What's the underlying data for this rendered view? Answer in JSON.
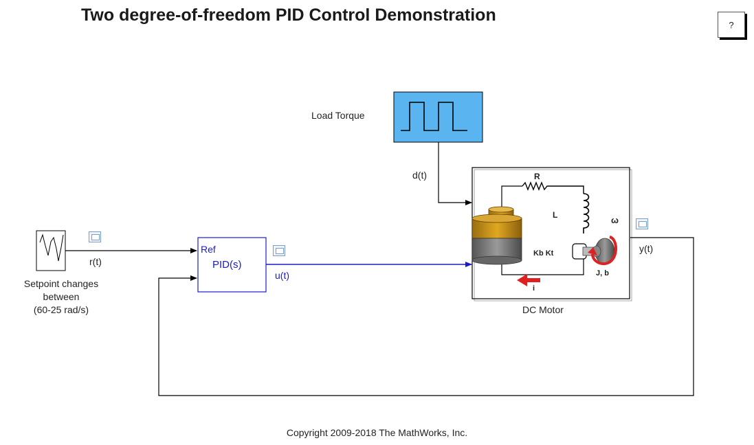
{
  "title": "Two degree-of-freedom PID Control Demonstration",
  "help_button": "?",
  "blocks": {
    "load_torque": {
      "label": "Load Torque",
      "color": "#5ab4f0"
    },
    "pid": {
      "port_label": "Ref",
      "label": "PID(s)"
    },
    "dc_motor": {
      "label": "DC Motor",
      "symbols": {
        "resistance": "R",
        "inductance": "L",
        "omega": "ω",
        "constants": "Kb Kt",
        "inertia": "J, b",
        "current": "i"
      }
    },
    "setpoint": {
      "label_lines": [
        "Setpoint changes",
        "between",
        "(60-25 rad/s)"
      ]
    }
  },
  "signals": {
    "reference": "r(t)",
    "control": "u(t)",
    "disturbance": "d(t)",
    "output": "y(t)"
  },
  "copyright": "Copyright 2009-2018 The MathWorks, Inc."
}
